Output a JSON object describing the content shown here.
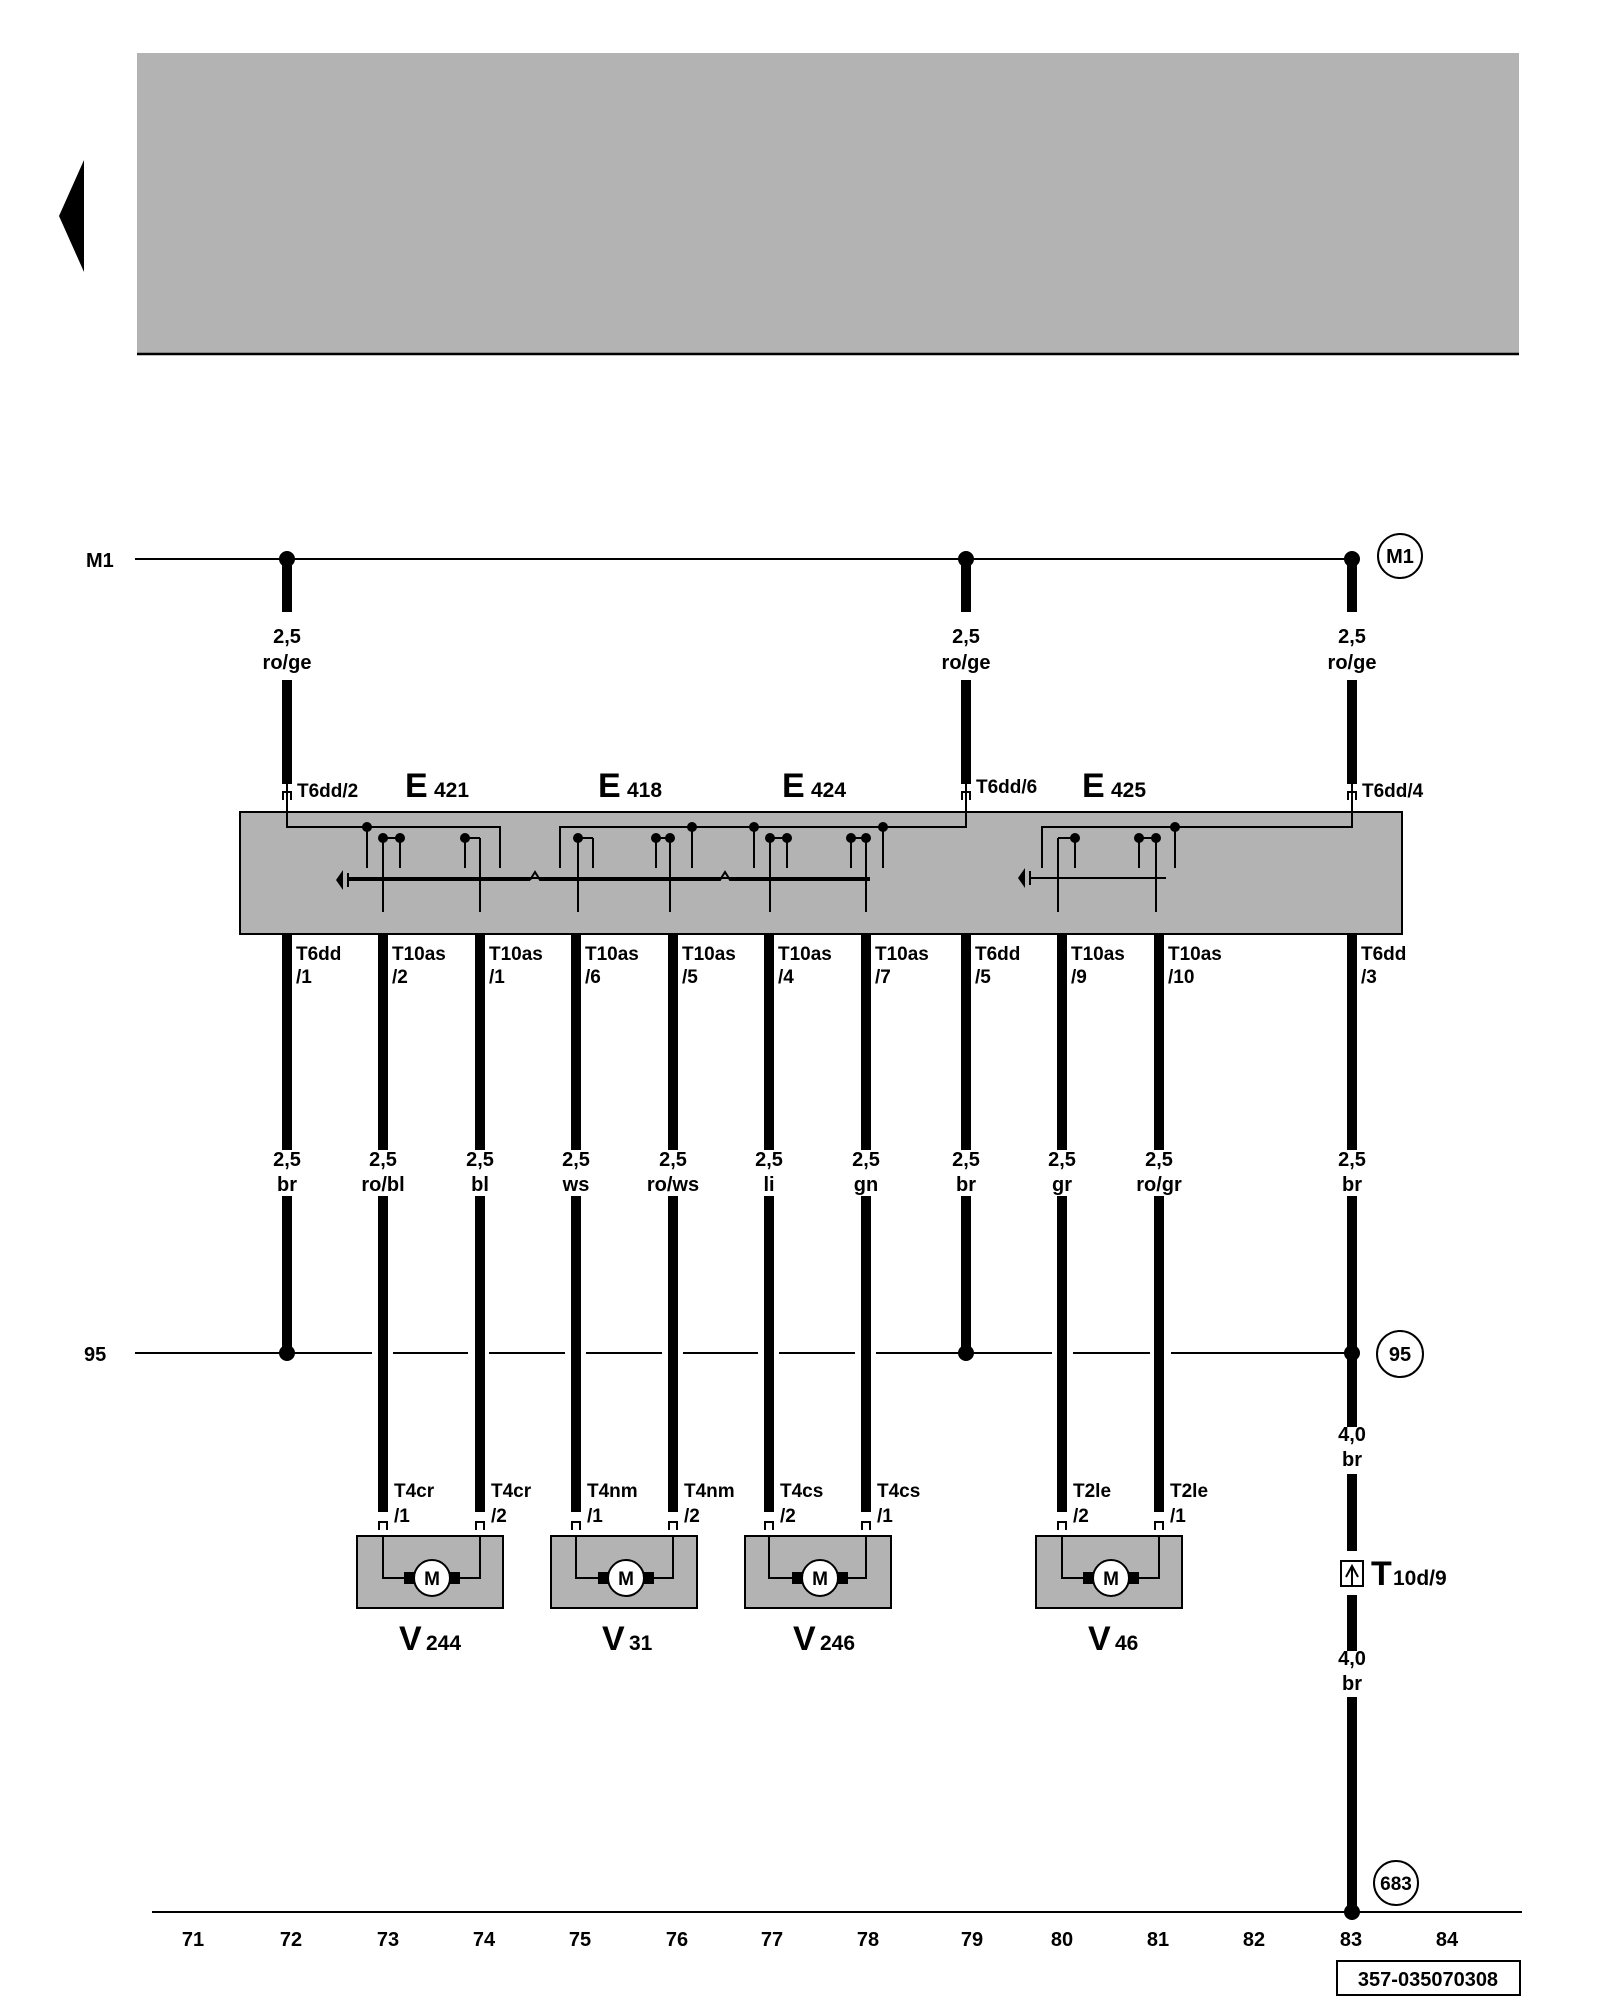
{
  "diagram": {
    "bus_m1": "M1",
    "bus_95": "95",
    "bus_m1_ref": "M1",
    "bus_95_ref": "95",
    "ref_683": "683",
    "doc_number": "357-035070308",
    "grid_numbers": [
      "71",
      "72",
      "73",
      "74",
      "75",
      "76",
      "77",
      "78",
      "79",
      "80",
      "81",
      "82",
      "83",
      "84"
    ],
    "top_wires": [
      {
        "size": "2,5",
        "color": "ro/ge",
        "pin": "T6dd/2"
      },
      {
        "size": "2,5",
        "color": "ro/ge",
        "pin": "T6dd/6"
      },
      {
        "size": "2,5",
        "color": "ro/ge",
        "pin": "T6dd/4"
      }
    ],
    "switches": [
      {
        "letter": "E",
        "num": "421"
      },
      {
        "letter": "E",
        "num": "418"
      },
      {
        "letter": "E",
        "num": "424"
      },
      {
        "letter": "E",
        "num": "425"
      }
    ],
    "lower_wires": [
      {
        "pin1": "T6dd",
        "pin2": "/1",
        "size": "2,5",
        "color": "br"
      },
      {
        "pin1": "T10as",
        "pin2": "/2",
        "size": "2,5",
        "color": "ro/bl",
        "mpin1": "T4cr",
        "mpin2": "/1"
      },
      {
        "pin1": "T10as",
        "pin2": "/1",
        "size": "2,5",
        "color": "bl",
        "mpin1": "T4cr",
        "mpin2": "/2"
      },
      {
        "pin1": "T10as",
        "pin2": "/6",
        "size": "2,5",
        "color": "ws",
        "mpin1": "T4nm",
        "mpin2": "/1"
      },
      {
        "pin1": "T10as",
        "pin2": "/5",
        "size": "2,5",
        "color": "ro/ws",
        "mpin1": "T4nm",
        "mpin2": "/2"
      },
      {
        "pin1": "T10as",
        "pin2": "/4",
        "size": "2,5",
        "color": "li",
        "mpin1": "T4cs",
        "mpin2": "/2"
      },
      {
        "pin1": "T10as",
        "pin2": "/7",
        "size": "2,5",
        "color": "gn",
        "mpin1": "T4cs",
        "mpin2": "/1"
      },
      {
        "pin1": "T6dd",
        "pin2": "/5",
        "size": "2,5",
        "color": "br"
      },
      {
        "pin1": "T10as",
        "pin2": "/9",
        "size": "2,5",
        "color": "gr",
        "mpin1": "T2le",
        "mpin2": "/2"
      },
      {
        "pin1": "T10as",
        "pin2": "/10",
        "size": "2,5",
        "color": "ro/gr",
        "mpin1": "T2le",
        "mpin2": "/1"
      },
      {
        "pin1": "T6dd",
        "pin2": "/3",
        "size": "2,5",
        "color": "br"
      }
    ],
    "motors": [
      {
        "symbol": "M",
        "letter": "V",
        "num": "244"
      },
      {
        "symbol": "M",
        "letter": "V",
        "num": "31"
      },
      {
        "symbol": "M",
        "letter": "V",
        "num": "246"
      },
      {
        "symbol": "M",
        "letter": "V",
        "num": "46"
      }
    ],
    "ground_wire": {
      "size_upper": "4,0",
      "color_upper": "br",
      "size_lower": "4,0",
      "color_lower": "br"
    },
    "connector_t10d": {
      "letter": "T",
      "sub": "10d/9"
    }
  }
}
